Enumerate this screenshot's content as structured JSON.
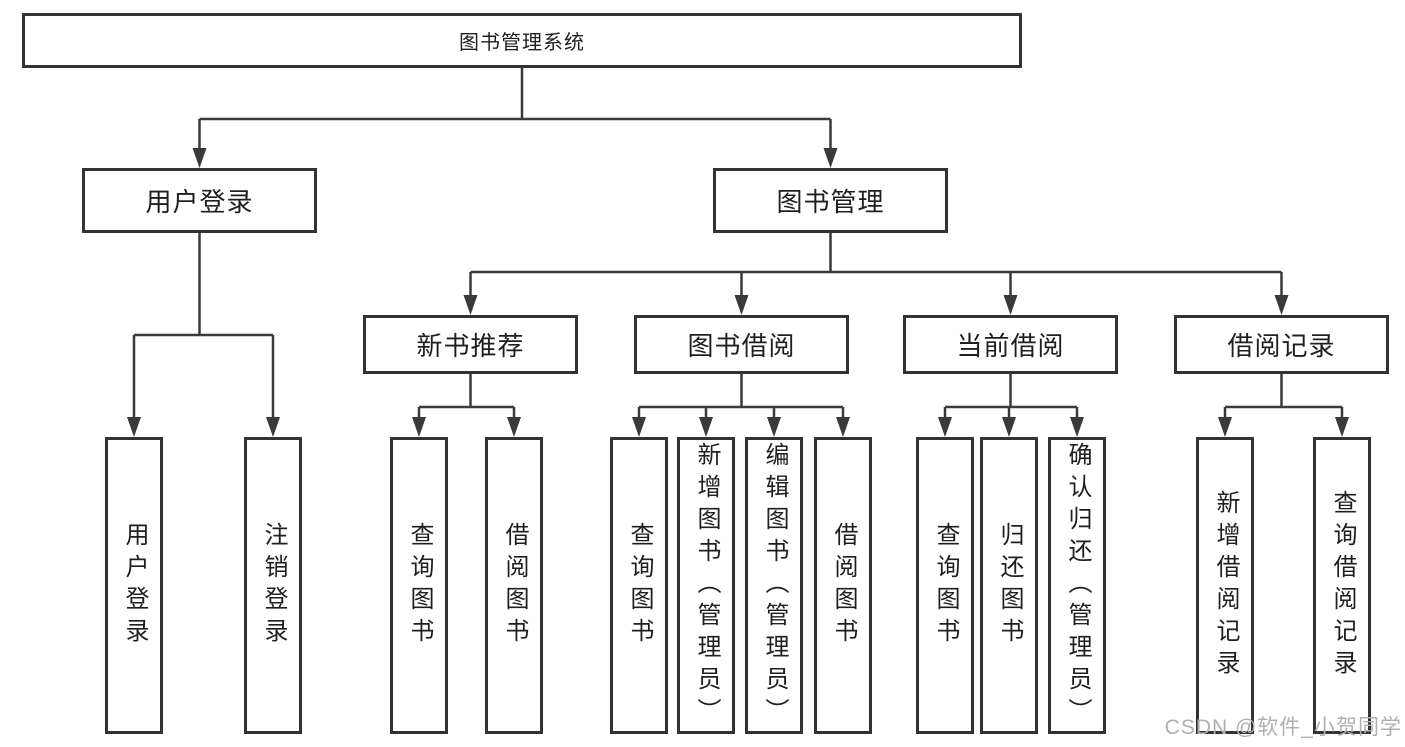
{
  "colors": {
    "line": "#3a3a3a",
    "box_border": "#333333",
    "text": "#1f1f1f",
    "background": "#ffffff",
    "watermark": "#b0b0b0"
  },
  "watermark": "CSDN @软件_小贺同学",
  "tree": {
    "root": {
      "label": "图书管理系统"
    },
    "level2": [
      {
        "label": "用户登录",
        "children": [
          {
            "label": "用户登录"
          },
          {
            "label": "注销登录"
          }
        ]
      },
      {
        "label": "图书管理",
        "children": [
          {
            "label": "新书推荐",
            "children": [
              {
                "label": "查询图书"
              },
              {
                "label": "借阅图书"
              }
            ]
          },
          {
            "label": "图书借阅",
            "children": [
              {
                "label": "查询图书"
              },
              {
                "label": "新增图书（管理员）"
              },
              {
                "label": "编辑图书（管理员）"
              },
              {
                "label": "借阅图书"
              }
            ]
          },
          {
            "label": "当前借阅",
            "children": [
              {
                "label": "查询图书"
              },
              {
                "label": "归还图书"
              },
              {
                "label": "确认归还（管理员）"
              }
            ]
          },
          {
            "label": "借阅记录",
            "children": [
              {
                "label": "新增借阅记录"
              },
              {
                "label": "查询借阅记录"
              }
            ]
          }
        ]
      }
    ]
  }
}
